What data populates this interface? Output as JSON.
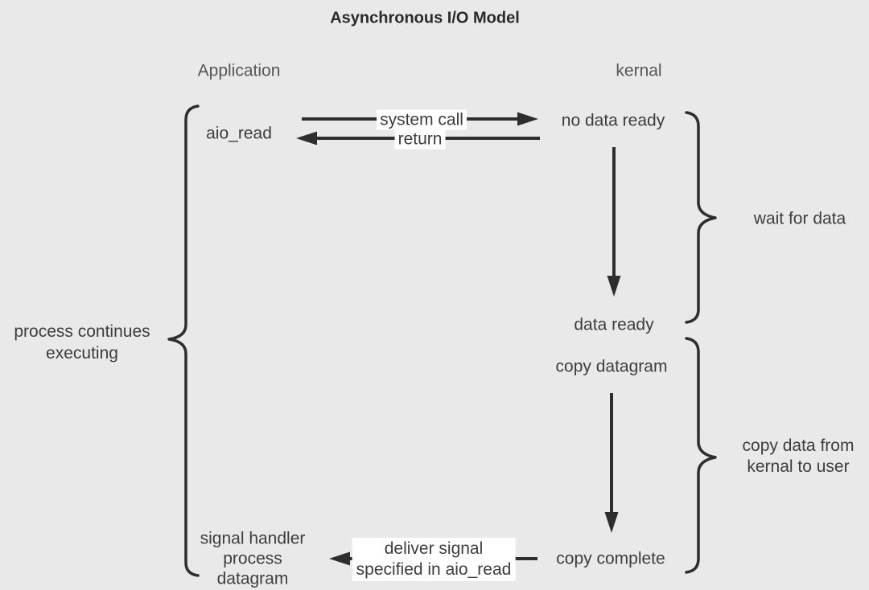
{
  "colors": {
    "background": "#e9e9e9",
    "ink": "#2e2e2e",
    "text": "#3d3d3d",
    "title": "#2a2a2a",
    "header": "#565656",
    "label_bg": "#ffffff"
  },
  "diagram": {
    "title": "Asynchronous I/O Model",
    "columns": {
      "left": "Application",
      "right": "kernal"
    },
    "nodes": {
      "aio_read": "aio_read",
      "no_data_ready": "no data ready",
      "data_ready": "data ready",
      "copy_datagram": "copy datagram",
      "copy_complete": "copy complete",
      "signal_handler": "signal handler\nprocess\ndatagram"
    },
    "arrows": {
      "system_call": "system call",
      "return": "return",
      "deliver_signal": "deliver signal\nspecified in aio_read"
    },
    "braces": {
      "process_continues": "process continues\nexecuting",
      "wait_for_data": "wait for data",
      "copy_data": "copy data from\nkernal to user"
    }
  }
}
